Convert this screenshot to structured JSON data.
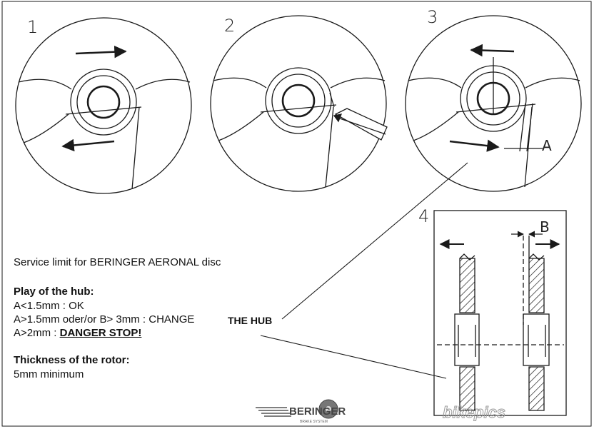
{
  "steps": {
    "s1": "1",
    "s2": "2",
    "s3": "3",
    "s4": "4"
  },
  "dims": {
    "a": "A",
    "b": "B"
  },
  "text": {
    "title": "Service limit for BERINGER AERONAL disc",
    "play_heading": "Play of the hub:",
    "line1": "A<1.5mm : OK",
    "line2": "A>1.5mm  oder/or  B> 3mm : CHANGE",
    "line2_bold": "THE HUB",
    "line3_prefix": "A>2mm    : ",
    "line3_bold": "DANGER STOP!",
    "thickness_heading": "Thickness of the rotor:",
    "thickness_value": "5mm minimum"
  },
  "brand": {
    "logo": "BERINGER",
    "tagline": "BRAKE SYSTEM"
  },
  "watermark": {
    "text": "bikepics"
  },
  "colors": {
    "line": "#1a1a1a",
    "watermark": "#9a9a9a",
    "logo": "#555555"
  }
}
